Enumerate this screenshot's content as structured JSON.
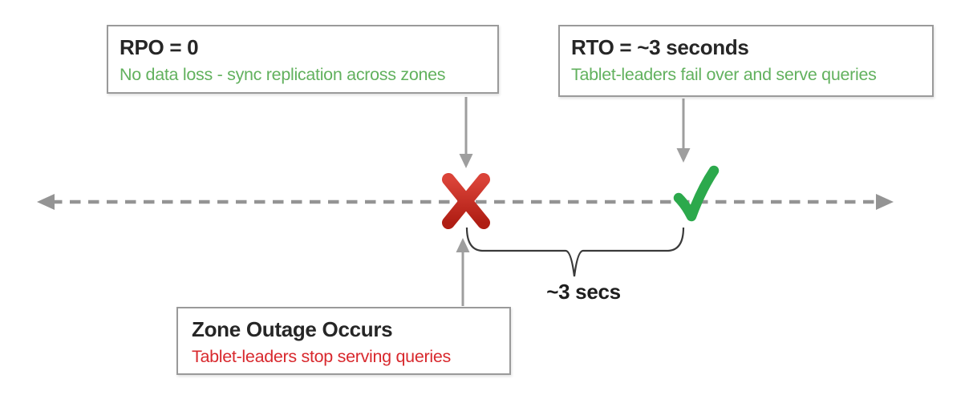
{
  "callouts": {
    "rpo": {
      "title": "RPO = 0",
      "subtitle": "No data loss - sync replication across zones",
      "subtitle_color": "#62b15e"
    },
    "rto": {
      "title": "RTO = ~3 seconds",
      "subtitle": "Tablet-leaders fail over and serve queries",
      "subtitle_color": "#62b15e"
    },
    "outage": {
      "title": "Zone Outage Occurs",
      "subtitle": "Tablet-leaders stop serving queries",
      "subtitle_color": "#d8282d"
    }
  },
  "timeline": {
    "interval_label": "~3 secs",
    "markers": [
      {
        "name": "zone-outage",
        "icon": "x-mark",
        "color": "#c1261c"
      },
      {
        "name": "failover-complete",
        "icon": "check-mark",
        "color": "#2ca94c"
      }
    ]
  },
  "colors": {
    "box_border": "#9a9a9a",
    "timeline_gray": "#949494",
    "arrow_gray": "#9e9e9e",
    "brace": "#3a3a3a",
    "title_text": "#262626",
    "success_green": "#62b15e",
    "failure_red": "#d8282d",
    "x_mark_red": "#c1261c",
    "check_green": "#2ca94c",
    "background": "#ffffff"
  }
}
